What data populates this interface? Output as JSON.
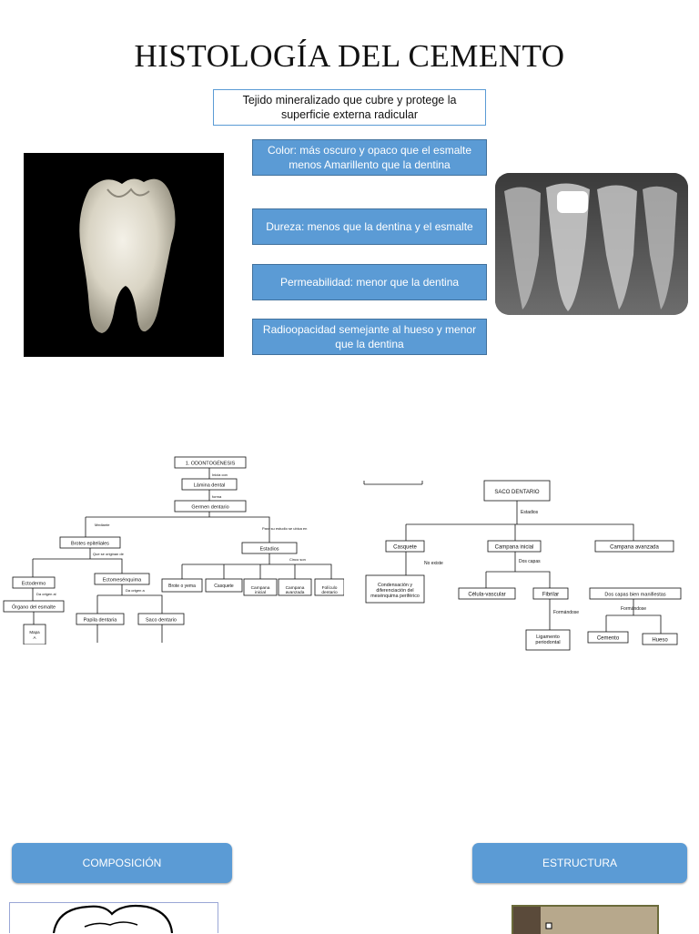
{
  "title": "HISTOLOGÍA DEL CEMENTO",
  "definition": "Tejido mineralizado que cubre y protege la superficie externa radicular",
  "properties": [
    "Color: más oscuro y opaco que el esmalte menos Amarillento que la dentina",
    "Dureza: menos que la dentina y el esmalte",
    "Permeabilidad: menor que la dentina",
    "Radioopacidad semejante al hueso y menor que la dentina"
  ],
  "odontogenesis": {
    "root": "1. ODONTOGÉNESIS",
    "e_inicia": "Inicia con",
    "lamina": "Lámina dental",
    "e_forma": "forma",
    "germen": "Germen dentario",
    "e_mediante": "Mediante",
    "brotes": "Brotes epiteliales",
    "e_estudio": "Para su estudio se ubica en",
    "estadios": "Estadios",
    "e_originan": "Que se originan de",
    "ectodermo": "Ectodermo",
    "ectomesenquima": "Ectomesénquima",
    "e_ecto": "Da origen al",
    "e_ectomes": "Da origen a",
    "organo": "Órgano del esmalte",
    "mapa": "Mapa A",
    "papila": "Papila dentaria",
    "saco": "Saco dentario",
    "e_cinco": "Cinco son",
    "stages": [
      "Brote o yema",
      "Casquete",
      "Campana inicial",
      "Campana avanzada",
      "Folículo dentario"
    ]
  },
  "saco_dentario": {
    "root": "SACO DENTARIO",
    "e_estadios": "Estadios",
    "casquete": "Casquete",
    "campana_inicial": "Campana inicial",
    "campana_avanzada": "Campana avanzada",
    "e_no_existe": "No existe",
    "condensacion": "Condensación y diferenciación del mesénquima periférico",
    "e_dos_capas": "Dos capas",
    "celulo": "Célula-vascular",
    "fibrilar": "Fibrilar",
    "dos_capas_bien": "Dos capas bien manifiestas",
    "e_formandose1": "Formándose",
    "ligamento": "Ligamento periodontal",
    "e_formandose2": "Formándose",
    "cemento": "Cemento",
    "hueso": "Hueso"
  },
  "buttons": {
    "composicion": "COMPOSICIÓN",
    "estructura": "ESTRUCTURA"
  },
  "colors": {
    "accent": "#5b9bd5",
    "accent_border": "#41719c"
  }
}
